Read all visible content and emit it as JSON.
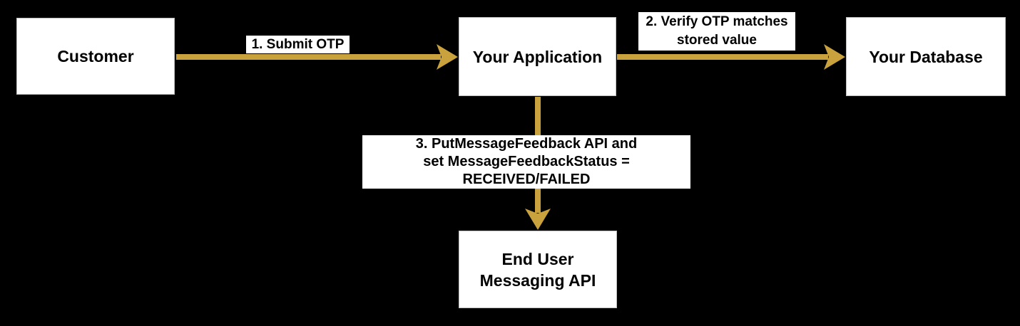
{
  "colors": {
    "background": "#000000",
    "arrow": "#C9A23E",
    "node_background": "#FFFFFF",
    "node_border": "#BFBFBF",
    "node_text": "#000000",
    "label_background": "#FFFFFF",
    "label_text": "#000000"
  },
  "nodes": {
    "customer": {
      "label": "Customer"
    },
    "your_application": {
      "label": "Your Application"
    },
    "your_database": {
      "label": "Your Database"
    },
    "end_user_messaging_api": {
      "label_line1": "End User",
      "label_line2": "Messaging API"
    }
  },
  "edges": {
    "submit_otp": {
      "from": "Customer",
      "to": "Your Application",
      "label": "1. Submit OTP"
    },
    "verify_otp": {
      "from": "Your Application",
      "to": "Your Database",
      "label_line1": "2. Verify OTP matches",
      "label_line2": "stored value"
    },
    "put_message_feedback": {
      "from": "Your Application",
      "to": "End User Messaging API",
      "label_line1": "3. PutMessageFeedback API and",
      "label_line2": "set MessageFeedbackStatus = RECEIVED/FAILED"
    }
  }
}
